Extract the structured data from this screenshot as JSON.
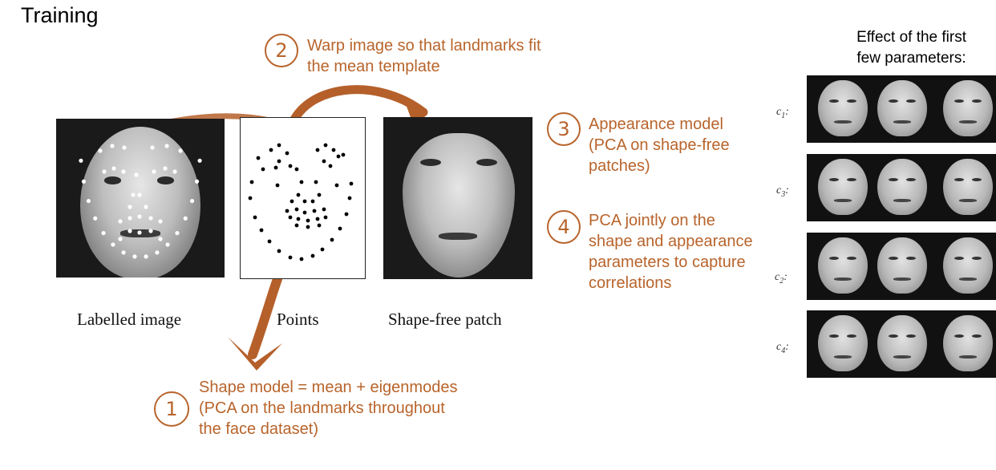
{
  "title": "Training",
  "steps": [
    {
      "number": "2",
      "text": "Warp image so that landmarks fit\nthe mean template"
    },
    {
      "number": "3",
      "text": "Appearance model\n(PCA on shape-free\npatches)"
    },
    {
      "number": "4",
      "text": "PCA jointly on the\nshape and appearance\nparameters to capture\ncorrelations"
    },
    {
      "number": "1",
      "text": "Shape model = mean + eigenmodes\n(PCA on the landmarks throughout\nthe face dataset)"
    }
  ],
  "captions": {
    "labelled": "Labelled image",
    "points": "Points",
    "shape_free": "Shape-free patch"
  },
  "effect": {
    "header": "Effect of the first\nfew parameters:",
    "rows": [
      {
        "base": "c",
        "sub": "1"
      },
      {
        "base": "c",
        "sub": "3"
      },
      {
        "base": "c",
        "sub": "2"
      },
      {
        "base": "c",
        "sub": "4"
      }
    ]
  },
  "colors": {
    "annotation": "#b8642b",
    "arrow": "#b5602a"
  }
}
